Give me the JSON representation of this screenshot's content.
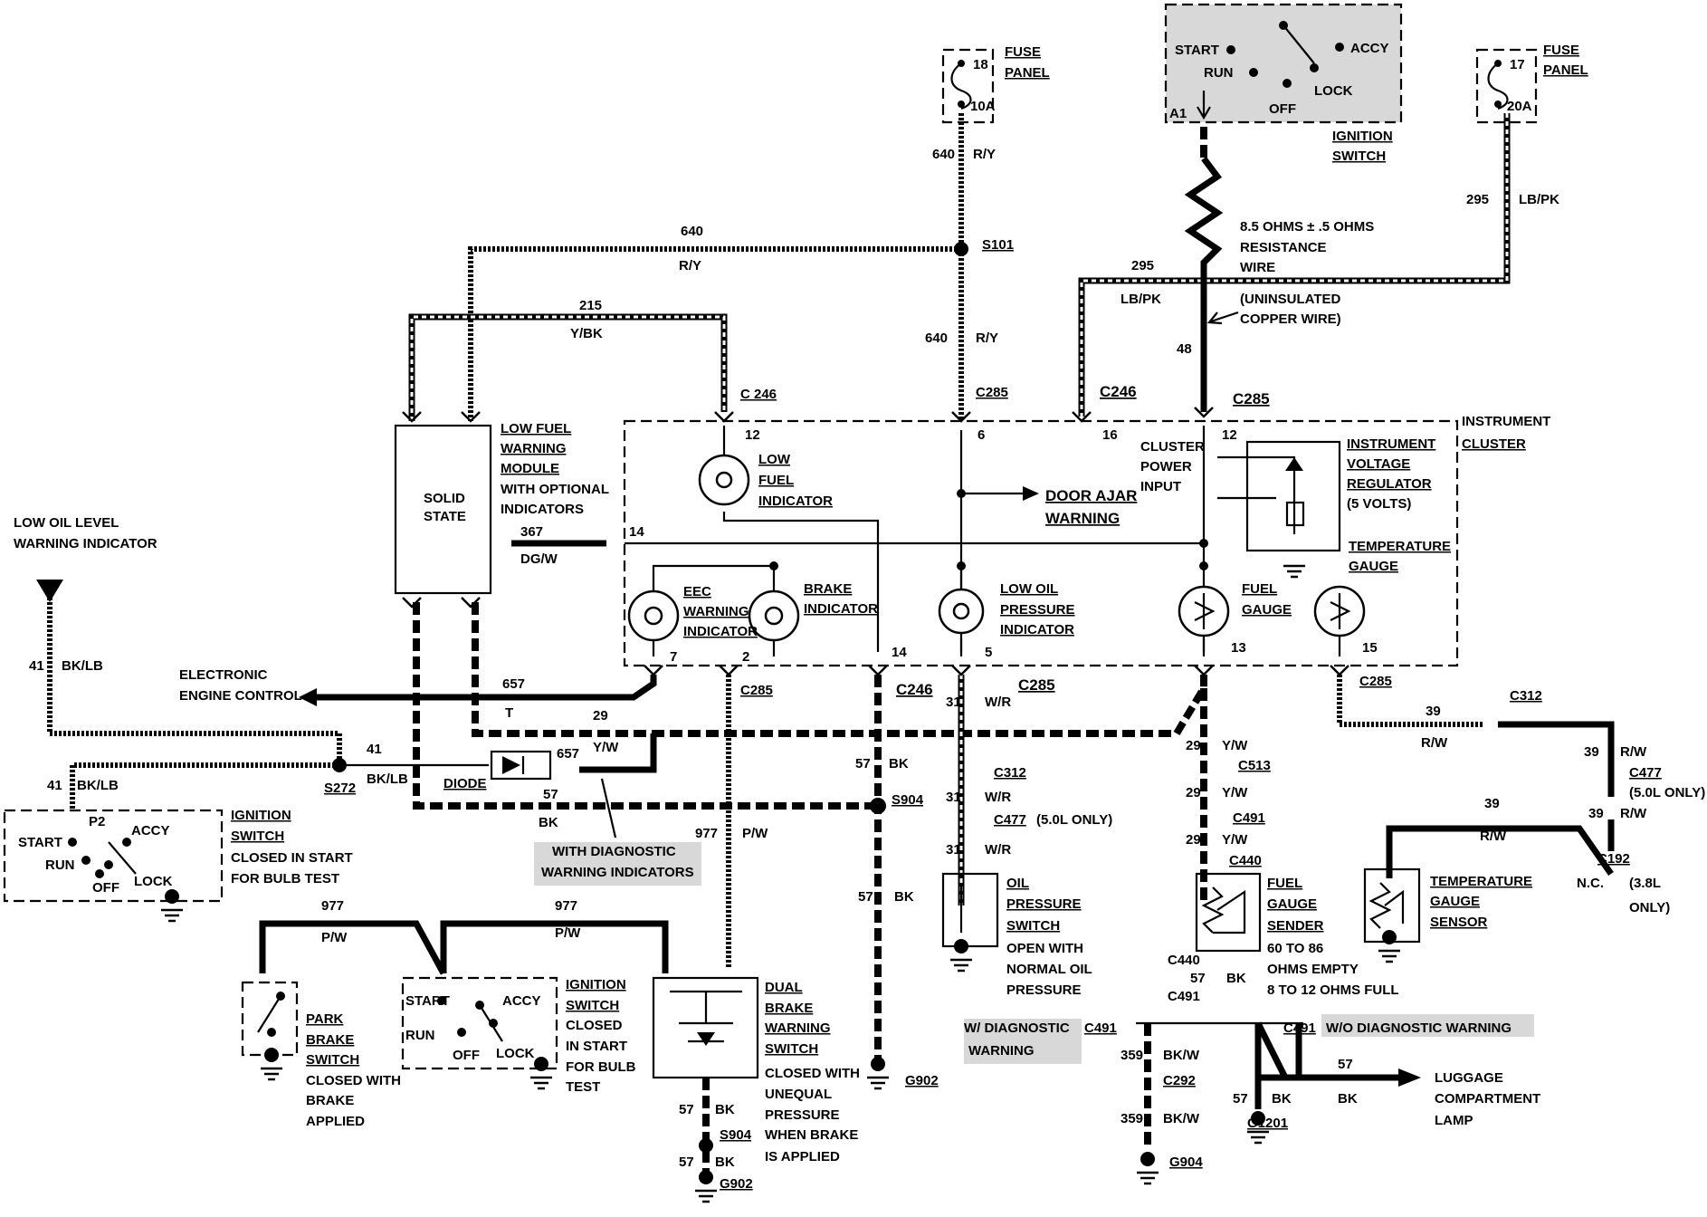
{
  "fuse_panel_18": {
    "num": "18",
    "amp": "10A",
    "label1": "FUSE",
    "label2": "PANEL"
  },
  "fuse_panel_17": {
    "num": "17",
    "amp": "20A",
    "label1": "FUSE",
    "label2": "PANEL"
  },
  "ignition_switch_top": {
    "start": "START",
    "run": "RUN",
    "accy": "ACCY",
    "lock": "LOCK",
    "off": "OFF",
    "a1": "A1",
    "label1": "IGNITION",
    "label2": "SWITCH"
  },
  "resistance_wire": {
    "line1": "8.5 OHMS ± .5 OHMS",
    "line2": "RESISTANCE",
    "line3": "WIRE",
    "line4": "(UNINSULATED",
    "line5": "COPPER WIRE)",
    "circuit": "48"
  },
  "wires": {
    "w640": "640",
    "ry": "R/Y",
    "w295": "295",
    "lbpk": "LB/PK",
    "w215": "215",
    "ybk": "Y/BK",
    "w367": "367",
    "dgw": "DG/W",
    "w657": "657",
    "t": "T",
    "w29": "29",
    "yw": "Y/W",
    "w41": "41",
    "bklb": "BK/LB",
    "w57": "57",
    "bk": "BK",
    "w977": "977",
    "pw": "P/W",
    "w31": "31",
    "wr": "W/R",
    "w39": "39",
    "rw": "R/W",
    "w359": "359",
    "bkw": "BK/W"
  },
  "connectors": {
    "s101": "S101",
    "c246": "C 246",
    "c246b": "C246",
    "c285": "C285",
    "s272": "S272",
    "s904": "S904",
    "c312": "C312",
    "c477": "C477",
    "c477_note": "(5.0L ONLY)",
    "c513": "C513",
    "c491": "C491",
    "c440": "C440",
    "c192": "C192",
    "c192_note1": "(3.8L",
    "c192_note2": "ONLY)",
    "nc": "N.C.",
    "c292": "C292",
    "g902": "G902",
    "g1201": "G1201",
    "g904": "G904"
  },
  "pins": {
    "p12": "12",
    "p6": "6",
    "p16": "16",
    "p14": "14",
    "p7": "7",
    "p2": "2",
    "p5": "5",
    "p13": "13",
    "p15": "15"
  },
  "module": {
    "solid1": "SOLID",
    "solid2": "STATE",
    "l1": "LOW FUEL",
    "l2": "WARNING",
    "l3": "MODULE",
    "l4": "WITH OPTIONAL",
    "l5": "INDICATORS"
  },
  "cluster": {
    "inst1": "INSTRUMENT",
    "inst2": "CLUSTER",
    "low_fuel1": "LOW",
    "low_fuel2": "FUEL",
    "low_fuel3": "INDICATOR",
    "door1": "DOOR AJAR",
    "door2": "WARNING",
    "power1": "CLUSTER",
    "power2": "POWER",
    "power3": "INPUT",
    "ivr1": "INSTRUMENT",
    "ivr2": "VOLTAGE",
    "ivr3": "REGULATOR",
    "ivr4": "(5 VOLTS)",
    "temp1": "TEMPERATURE",
    "temp2": "GAUGE",
    "eec1": "EEC",
    "eec2": "WARNING",
    "eec3": "INDICATOR",
    "brake1": "BRAKE",
    "brake2": "INDICATOR",
    "lop1": "LOW OIL",
    "lop2": "PRESSURE",
    "lop3": "INDICATOR",
    "fuel1": "FUEL",
    "fuel2": "GAUGE"
  },
  "left": {
    "lol1": "LOW OIL LEVEL",
    "lol2": "WARNING INDICATOR",
    "eec1": "ELECTRONIC",
    "eec2": "ENGINE CONTROL",
    "diode": "DIODE",
    "diag1": "WITH DIAGNOSTIC",
    "diag2": "WARNING INDICATORS"
  },
  "ign_left": {
    "start": "START",
    "run": "RUN",
    "off": "OFF",
    "accy": "ACCY",
    "lock": "LOCK",
    "p2": "P2",
    "l1": "IGNITION",
    "l2": "SWITCH",
    "l3": "CLOSED IN START",
    "l4": "FOR BULB TEST"
  },
  "ign_mid": {
    "start": "START",
    "run": "RUN",
    "off": "OFF",
    "accy": "ACCY",
    "lock": "LOCK",
    "l1": "IGNITION",
    "l2": "SWITCH",
    "l3": "CLOSED",
    "l4": "IN START",
    "l5": "FOR BULB",
    "l6": "TEST"
  },
  "park_brake": {
    "l1": "PARK",
    "l2": "BRAKE",
    "l3": "SWITCH",
    "l4": "CLOSED WITH",
    "l5": "BRAKE",
    "l6": "APPLIED"
  },
  "dual_brake": {
    "l1": "DUAL",
    "l2": "BRAKE",
    "l3": "WARNING",
    "l4": "SWITCH",
    "l5": "CLOSED WITH",
    "l6": "UNEQUAL",
    "l7": "PRESSURE",
    "l8": "WHEN BRAKE",
    "l9": "IS APPLIED"
  },
  "oil_switch": {
    "l1": "OIL",
    "l2": "PRESSURE",
    "l3": "SWITCH",
    "l4": "OPEN WITH",
    "l5": "NORMAL OIL",
    "l6": "PRESSURE"
  },
  "fuel_sender": {
    "l1": "FUEL",
    "l2": "GAUGE",
    "l3": "SENDER",
    "l4": "60 TO 86",
    "l5": "OHMS EMPTY",
    "l6": "8 TO 12  OHMS FULL"
  },
  "temp_sensor": {
    "l1": "TEMPERATURE",
    "l2": "GAUGE",
    "l3": "SENSOR"
  },
  "bottom": {
    "wdiag1": "W/ DIAGNOSTIC",
    "wdiag2": "WARNING",
    "wodiag": "W/O DIAGNOSTIC WARNING",
    "lug1": "LUGGAGE",
    "lug2": "COMPARTMENT",
    "lug3": "LAMP"
  }
}
